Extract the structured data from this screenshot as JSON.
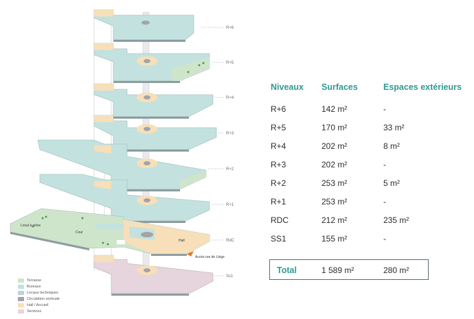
{
  "levels_diagram": {
    "floor_labels": [
      "R+6",
      "R+5",
      "R+4",
      "R+3",
      "R+2",
      "R+1",
      "RdC",
      "Ss1"
    ],
    "map_labels": {
      "local_velos": "Local à vélos",
      "cour": "Cour",
      "hall": "Hall",
      "acces": "Accès rue de Liège"
    }
  },
  "legend": [
    {
      "label": "Terrasse",
      "color": "#cfe5cb"
    },
    {
      "label": "Bureaux",
      "color": "#c3e2df"
    },
    {
      "label": "Locaux techniques",
      "color": "#bcd3df"
    },
    {
      "label": "Circulation verticale",
      "color": "#a3a3a8"
    },
    {
      "label": "Hall / Accueil",
      "color": "#f6dfb9"
    },
    {
      "label": "Services",
      "color": "#e6d5dc"
    }
  ],
  "table": {
    "headers": {
      "niveaux": "Niveaux",
      "surfaces": "Surfaces",
      "exterieurs": "Espaces extérieurs"
    },
    "rows": [
      {
        "niveau": "R+6",
        "surface": "142 m²",
        "exterieur": "-"
      },
      {
        "niveau": "R+5",
        "surface": "170 m²",
        "exterieur": "33 m²"
      },
      {
        "niveau": "R+4",
        "surface": "202 m²",
        "exterieur": "8 m²"
      },
      {
        "niveau": "R+3",
        "surface": "202 m²",
        "exterieur": "-"
      },
      {
        "niveau": "R+2",
        "surface": "253 m²",
        "exterieur": "5 m²"
      },
      {
        "niveau": "R+1",
        "surface": "253 m²",
        "exterieur": "-"
      },
      {
        "niveau": "RDC",
        "surface": "212 m²",
        "exterieur": "235 m²"
      },
      {
        "niveau": "SS1",
        "surface": "155 m²",
        "exterieur": "-"
      }
    ],
    "total": {
      "label": "Total",
      "surface": "1 589 m²",
      "exterieur": "280 m²"
    }
  },
  "colors": {
    "accent": "#2f9a93",
    "bureaux": "#c3e2df",
    "terrasse": "#cfe5cb",
    "hall": "#f6dfb9",
    "services": "#e6d5dc"
  }
}
